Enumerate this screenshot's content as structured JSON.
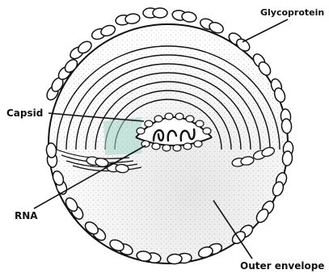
{
  "labels": {
    "glycoprotein": "Glycoprotein",
    "capsid": "Capsid",
    "rna": "RNA",
    "outer_envelope": "Outer envelope"
  },
  "colors": {
    "ink": "#111111",
    "stipple": "#bdbdbd",
    "capsid_highlight": "#9fd6c4",
    "background": "#ffffff"
  }
}
